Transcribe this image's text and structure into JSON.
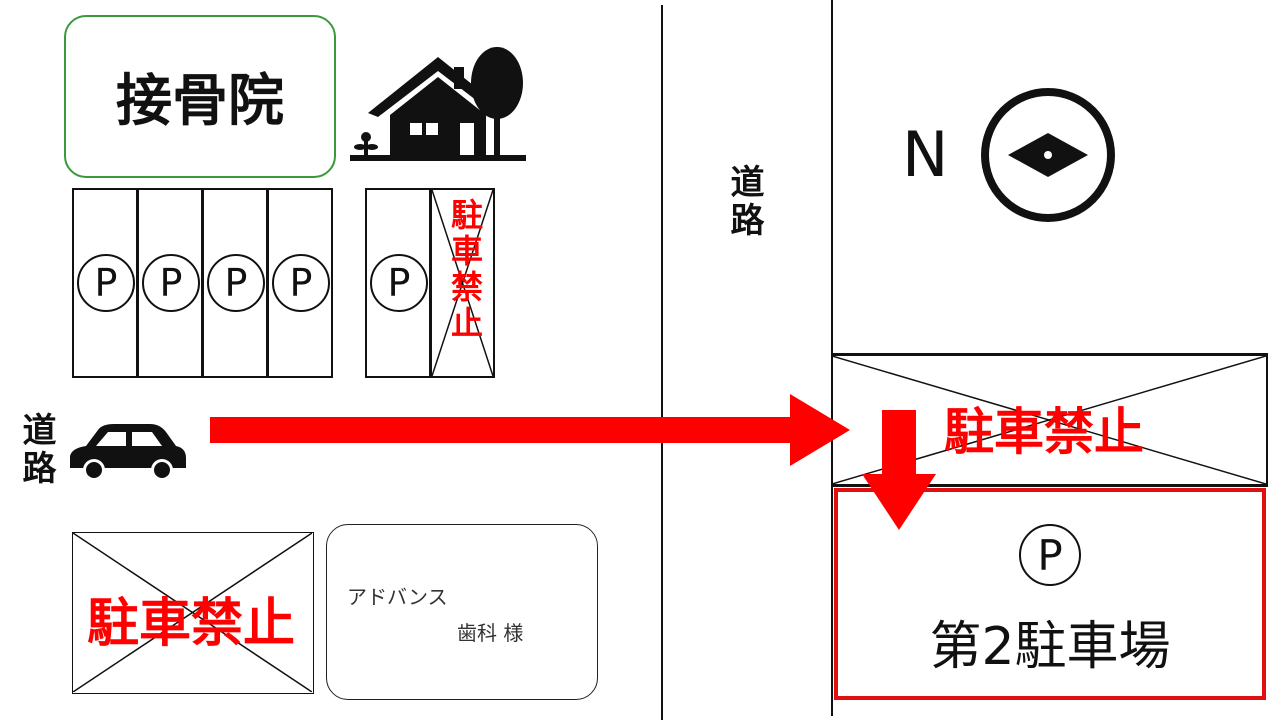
{
  "clinic": {
    "label": "接骨院"
  },
  "parking_slots": [
    {
      "type": "parking",
      "label": "P"
    },
    {
      "type": "parking",
      "label": "P"
    },
    {
      "type": "parking",
      "label": "P"
    },
    {
      "type": "parking",
      "label": "P"
    },
    {
      "type": "parking",
      "label": "P"
    },
    {
      "type": "no_parking",
      "label": "駐車禁止"
    }
  ],
  "road_labels": {
    "center": "道路",
    "left": "道路"
  },
  "compass": {
    "label": "N"
  },
  "no_parking_bottom_left": {
    "label": "駐車禁止"
  },
  "no_parking_right": {
    "label": "駐車禁止"
  },
  "dental": {
    "line1": "アドバンス",
    "line2": "歯科 様"
  },
  "lot2": {
    "mark": "P",
    "label": "第2駐車場"
  },
  "colors": {
    "accent_red": "#ff0000",
    "clinic_border": "#3a9a3a",
    "lot_border": "#e01010"
  }
}
